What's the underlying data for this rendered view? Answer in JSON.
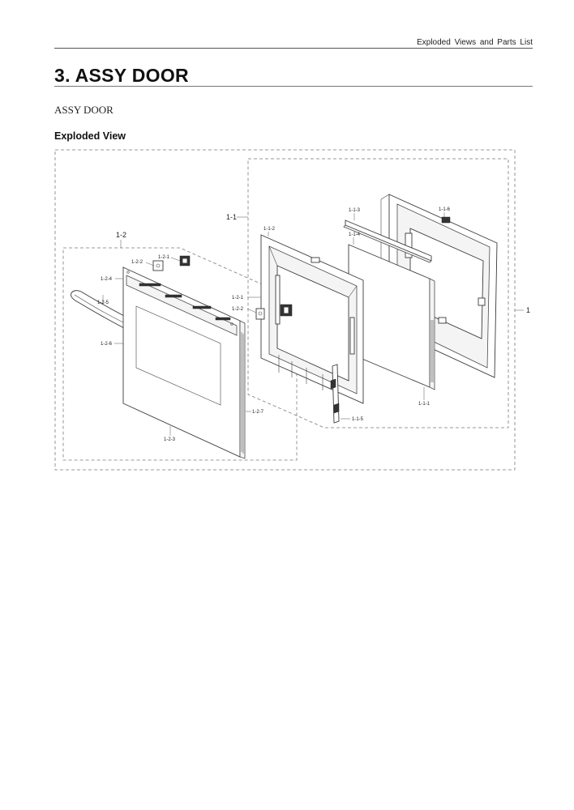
{
  "header": {
    "running_title": "Exploded Views and Parts List"
  },
  "section": {
    "title": "3.  ASSY DOOR",
    "subtitle": "ASSY DOOR"
  },
  "view": {
    "heading": "Exploded View"
  },
  "callouts": {
    "c1": "1",
    "c1_1": "1-1",
    "c1_1_1": "1-1-1",
    "c1_1_2": "1-1-2",
    "c1_1_3": "1-1-3",
    "c1_1_4": "1-1-4",
    "c1_1_5": "1-1-5",
    "c1_1_6": "1-1-6",
    "c1_2": "1-2",
    "c1_2_1a": "1-2-1",
    "c1_2_2a": "1-2-2",
    "c1_2_1b": "1-2-1",
    "c1_2_2b": "1-2-2",
    "c1_2_3": "1-2-3",
    "c1_2_4": "1-2-4",
    "c1_2_5": "1-2-5",
    "c1_2_6": "1-2-6",
    "c1_2_7": "1-2-7"
  }
}
